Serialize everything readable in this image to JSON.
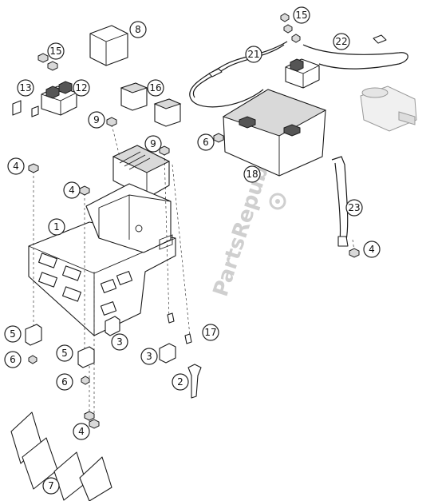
{
  "watermark": "PartsRepublik",
  "callouts": [
    {
      "id": "c8",
      "label": "8"
    },
    {
      "id": "c15a",
      "label": "15"
    },
    {
      "id": "c15b",
      "label": "15"
    },
    {
      "id": "c21",
      "label": "21"
    },
    {
      "id": "c22",
      "label": "22"
    },
    {
      "id": "c13",
      "label": "13"
    },
    {
      "id": "c12",
      "label": "12"
    },
    {
      "id": "c16",
      "label": "16"
    },
    {
      "id": "c9a",
      "label": "9"
    },
    {
      "id": "c9b",
      "label": "9"
    },
    {
      "id": "c6a",
      "label": "6"
    },
    {
      "id": "c18",
      "label": "18"
    },
    {
      "id": "c4a",
      "label": "4"
    },
    {
      "id": "c4b",
      "label": "4"
    },
    {
      "id": "c23",
      "label": "23"
    },
    {
      "id": "c1",
      "label": "1"
    },
    {
      "id": "c4c",
      "label": "4"
    },
    {
      "id": "c5a",
      "label": "5"
    },
    {
      "id": "c3a",
      "label": "3"
    },
    {
      "id": "c17",
      "label": "17"
    },
    {
      "id": "c6b",
      "label": "6"
    },
    {
      "id": "c5b",
      "label": "5"
    },
    {
      "id": "c3b",
      "label": "3"
    },
    {
      "id": "c6c",
      "label": "6"
    },
    {
      "id": "c2",
      "label": "2"
    },
    {
      "id": "c4d",
      "label": "4"
    },
    {
      "id": "c7",
      "label": "7"
    }
  ]
}
